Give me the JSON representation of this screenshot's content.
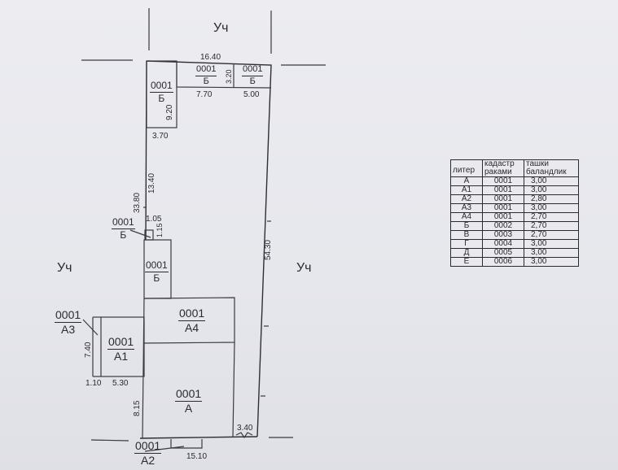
{
  "neighbors": {
    "top": "Уч",
    "left": "Уч",
    "right": "Уч"
  },
  "plot": {
    "total_width_top": "16.40",
    "left_length": "33.80",
    "right_length": "54.30",
    "bottom_width": "15.10",
    "bottom_right_offset": "3.40"
  },
  "buildings": [
    {
      "id": "b-top-left",
      "cadastre": "0001",
      "liter": "Б",
      "dims": {
        "height": "9.20",
        "width": "3.70"
      }
    },
    {
      "id": "b-top-mid",
      "cadastre": "0001",
      "liter": "Б",
      "dims": {
        "width": "7.70",
        "height": "3.20"
      }
    },
    {
      "id": "b-top-right",
      "cadastre": "0001",
      "liter": "Б",
      "dims": {
        "width": "5.00"
      }
    },
    {
      "id": "b-small-annex",
      "cadastre": "0001",
      "liter": "Б",
      "dims": {
        "width": "1.05",
        "height": "1.15"
      }
    },
    {
      "id": "b-mid",
      "cadastre": "0001",
      "liter": "Б",
      "dims": {
        "gap_above": "13.40"
      }
    },
    {
      "id": "a4",
      "cadastre": "0001",
      "liter": "А4"
    },
    {
      "id": "a3",
      "cadastre": "0001",
      "liter": "А3",
      "dims": {
        "width": "1.10",
        "height": "7.40"
      }
    },
    {
      "id": "a1",
      "cadastre": "0001",
      "liter": "А1",
      "dims": {
        "width": "5.30"
      }
    },
    {
      "id": "a",
      "cadastre": "0001",
      "liter": "А",
      "dims": {
        "height": "8.15"
      }
    },
    {
      "id": "a2",
      "cadastre": "0001",
      "liter": "А2"
    }
  ],
  "legend": {
    "headers": [
      "литер",
      "кадастр\nраками",
      "ташки\nбаландлик"
    ],
    "header_col1": "литер",
    "header_col2_l1": "кадастр",
    "header_col2_l2": "раками",
    "header_col3_l1": "ташки",
    "header_col3_l2": "баландлик",
    "rows": [
      {
        "liter": "А",
        "cadastre": "0001",
        "height": "3,00"
      },
      {
        "liter": "А1",
        "cadastre": "0001",
        "height": "3,00"
      },
      {
        "liter": "А2",
        "cadastre": "0001",
        "height": "2,80"
      },
      {
        "liter": "А3",
        "cadastre": "0001",
        "height": "3,00"
      },
      {
        "liter": "А4",
        "cadastre": "0001",
        "height": "2,70"
      },
      {
        "liter": "Б",
        "cadastre": "0002",
        "height": "2,70"
      },
      {
        "liter": "В",
        "cadastre": "0003",
        "height": "2,70"
      },
      {
        "liter": "Г",
        "cadastre": "0004",
        "height": "3,00"
      },
      {
        "liter": "Д",
        "cadastre": "0005",
        "height": "3,00"
      },
      {
        "liter": "Е",
        "cadastre": "0006",
        "height": "3,00"
      }
    ]
  }
}
